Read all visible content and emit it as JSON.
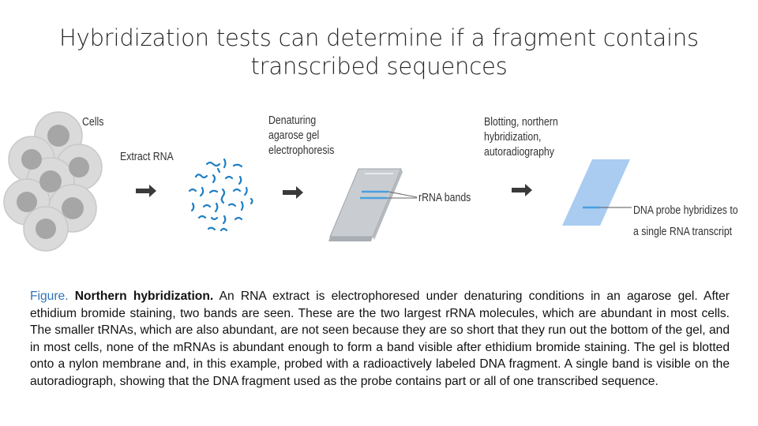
{
  "slide": {
    "title": "Hybridization tests can determine if a fragment contains transcribed sequences"
  },
  "diagram": {
    "labels": {
      "cells": "Cells",
      "extract_rna": "Extract RNA",
      "denaturing_line1": "Denaturing",
      "denaturing_line2": "agarose gel",
      "denaturing_line3": "electrophoresis",
      "rrna_bands": "rRNA bands",
      "blotting_line1": "Blotting, northern",
      "blotting_line2": "hybridization,",
      "blotting_line3": "autoradiography",
      "probe_line1": "DNA probe hybridizes to",
      "probe_line2": "a single RNA transcript"
    },
    "colors": {
      "cell_outer": "#d9d9d9",
      "cell_nucleus": "#a6a6a6",
      "rna_strands": "#1f7fc4",
      "gel_plate": "#c9cdd1",
      "gel_band": "#4a9fe0",
      "membrane": "#a9ccf0",
      "arrow": "#3a3a3a"
    }
  },
  "caption": {
    "label": "Figure.",
    "heading": "Northern hybridization.",
    "text": "An RNA extract is electrophoresed under denaturing conditions in an agarose gel. After ethidium bromide staining, two bands are seen. These are the two largest rRNA molecules, which are abundant in most cells. The smaller tRNAs, which are also abundant, are not seen because they are so short that they run out the bottom of the gel, and in most cells, none of the mRNAs is abundant enough to form a band visible after ethidium bromide staining. The gel is blotted onto a nylon membrane and, in this example, probed with a radioactively labeled DNA fragment. A single band is visible on the autoradiograph, showing that the DNA fragment used as the probe contains part or all of one transcribed sequence."
  }
}
